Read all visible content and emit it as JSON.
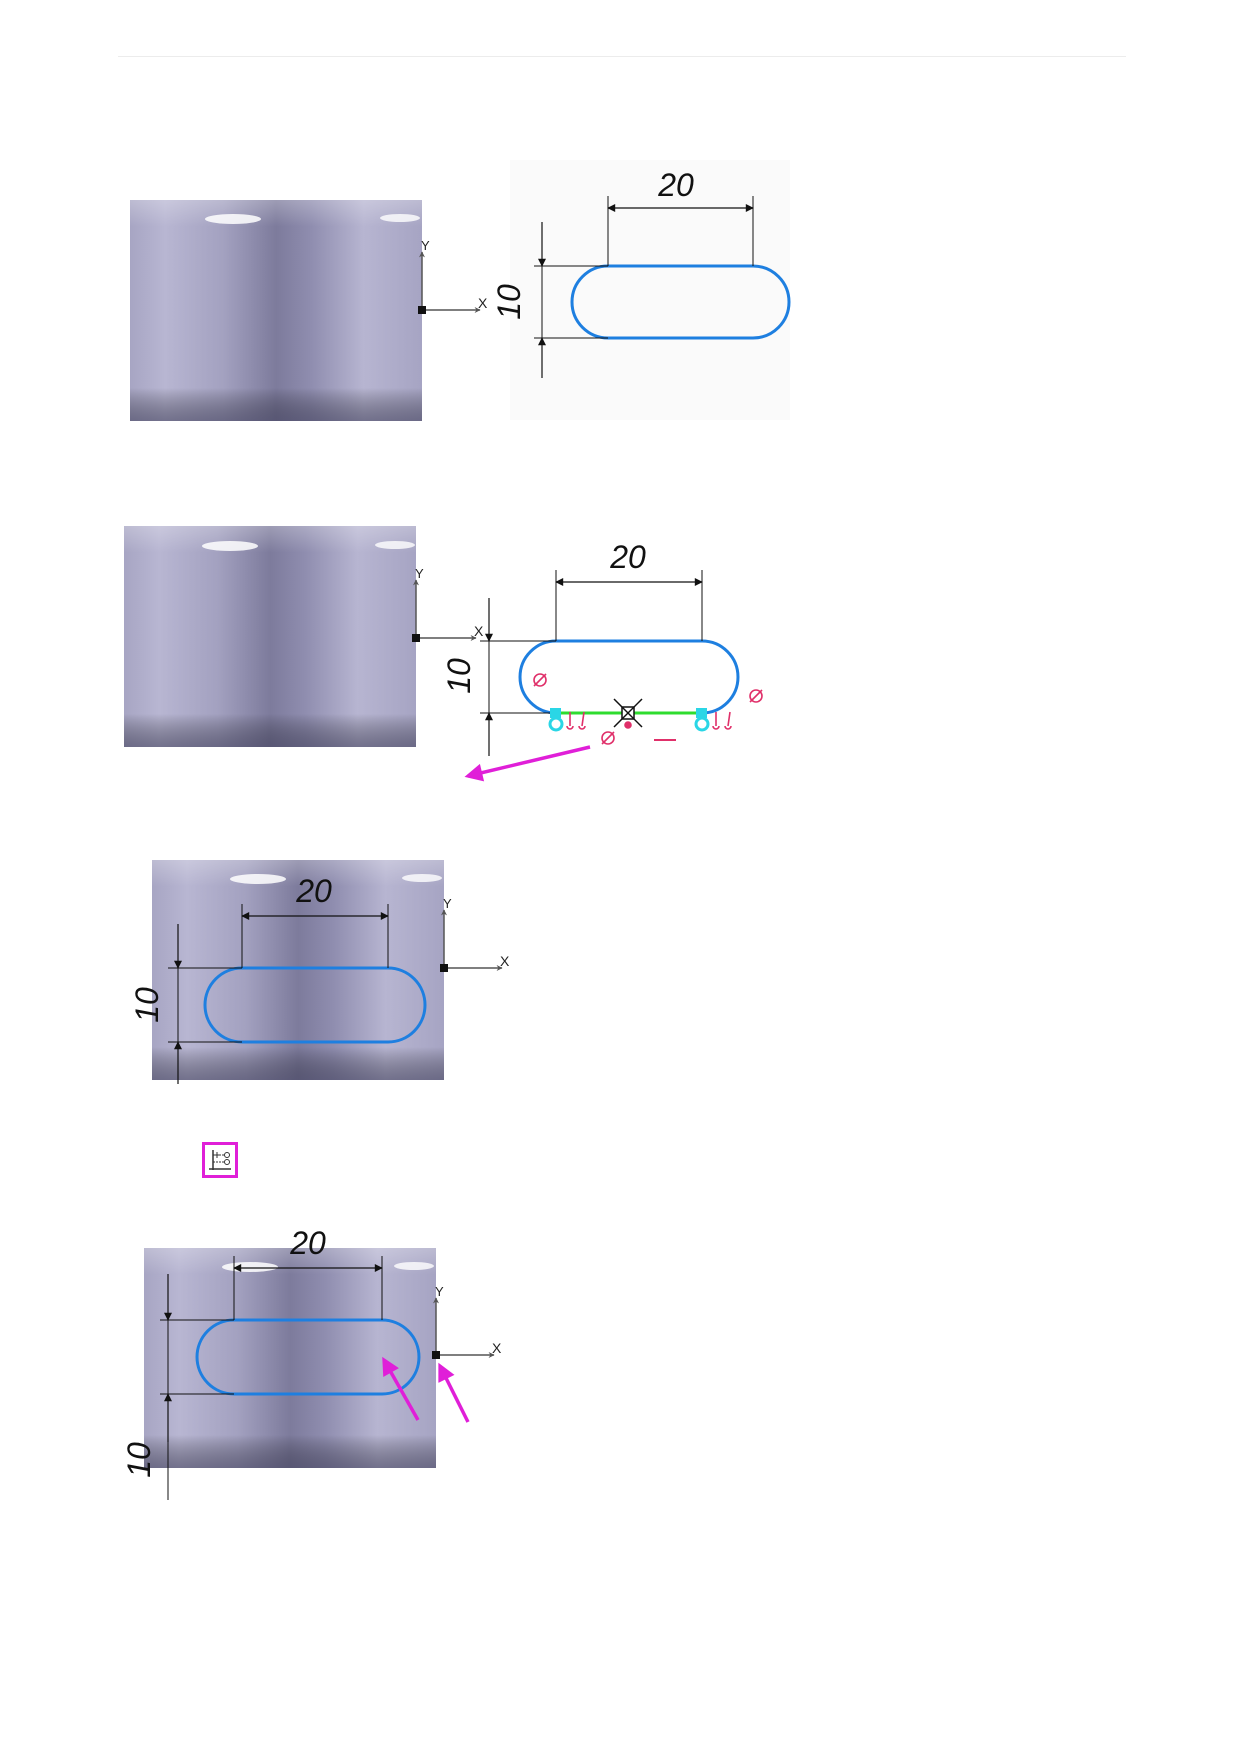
{
  "steps": [
    {
      "dim_width": "20",
      "dim_height": "10",
      "axis_x": "X",
      "axis_y": "Y"
    },
    {
      "dim_width": "20",
      "dim_height": "10",
      "axis_x": "X",
      "axis_y": "Y"
    },
    {
      "dim_width": "20",
      "dim_height": "10",
      "axis_x": "X",
      "axis_y": "Y"
    },
    {
      "dim_width": "20",
      "dim_height": "10",
      "axis_x": "X",
      "axis_y": "Y"
    }
  ],
  "toolbar_icon": "align-points-icon",
  "colors": {
    "surface": "#8e8cae",
    "contour": "#1e7fe0",
    "arrow": "#e01fd8",
    "constraint": "#e0306a",
    "selected": "#2fdc2f",
    "point": "#2ad6e6"
  }
}
